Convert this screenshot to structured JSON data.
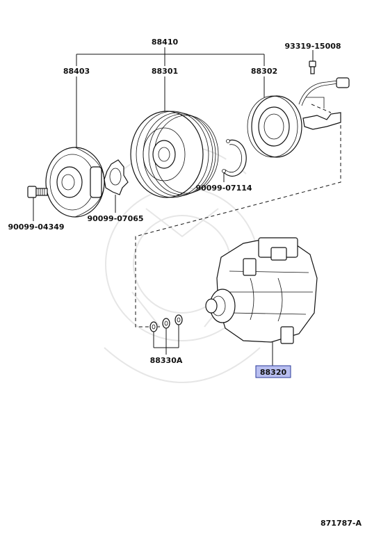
{
  "labels": {
    "clutch_assembly": "88410",
    "pressure_plate": "88403",
    "pulley": "88301",
    "stator": "88302",
    "stator_screw": "93319-15008",
    "snap_ring": "90099-07114",
    "shim": "90099-07065",
    "bolt": "90099-04349",
    "o_rings": "88330A",
    "compressor": "88320"
  },
  "diagram_code": "871787-A",
  "colors": {
    "line": "#111111",
    "highlight_fill": "#b9bff0",
    "highlight_border": "#2a3a9a",
    "watermark": "#e6e6e6"
  }
}
